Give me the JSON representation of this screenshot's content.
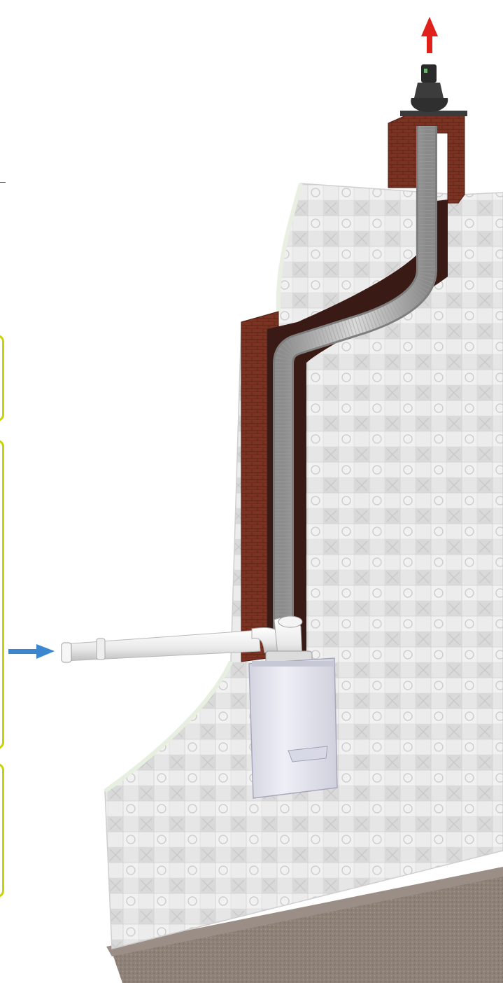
{
  "diagram": {
    "components": [
      {
        "id": "wall",
        "label": ""
      },
      {
        "id": "chimney-stack",
        "label": ""
      },
      {
        "id": "flue-liner",
        "label": ""
      },
      {
        "id": "boiler",
        "label": ""
      },
      {
        "id": "air-intake-pipe",
        "label": ""
      },
      {
        "id": "flue-terminal",
        "label": ""
      },
      {
        "id": "floor",
        "label": ""
      }
    ],
    "arrows": [
      {
        "id": "exhaust-arrow",
        "direction": "up",
        "color": "#e0201b"
      },
      {
        "id": "intake-arrow",
        "direction": "right",
        "color": "#3a86d0"
      }
    ],
    "colors": {
      "callout_border": "#c8d400",
      "brick": "#7b3322",
      "tile": "#e4e4e4",
      "floor": "#8f8178",
      "boiler": "#e8e9f2"
    }
  }
}
